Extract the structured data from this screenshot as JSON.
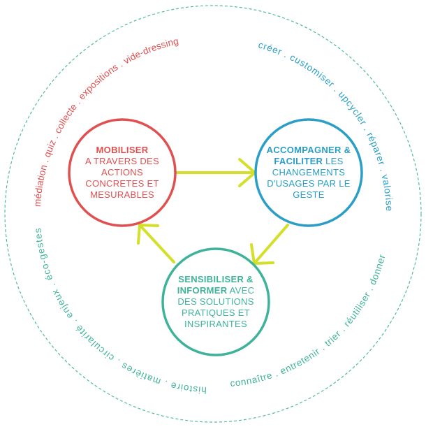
{
  "colors": {
    "red": "#e05050",
    "blue": "#2a9ec6",
    "green": "#3fb39a",
    "arrow": "#d4df2a",
    "outer": "#4fb9a4"
  },
  "circles": {
    "mobiliser": {
      "bold": "MOBILISER",
      "rest": "A TRAVERS DES ACTIONS CONCRETES ET MESURABLES"
    },
    "accompagner": {
      "bold": "ACCOMPAGNER & FACILITER",
      "rest": "LES CHANGEMENTS D'USAGES PAR LE GESTE"
    },
    "sensibiliser": {
      "bold": "SENSIBILISER & INFORMER",
      "rest": "AVEC DES SOLUTIONS PRATIQUES ET INSPIRANTES"
    }
  },
  "arcs": {
    "red": "médiation . quiz . collecte . expositions . vide-dressing",
    "blue": "créer . customiser . upcycler . réparer . valoriser",
    "green_left": "histoire . matières . circularité . enjeux . éco-gestes",
    "green_right": "connaître . entretenir . trier . réutiliser . donner"
  }
}
